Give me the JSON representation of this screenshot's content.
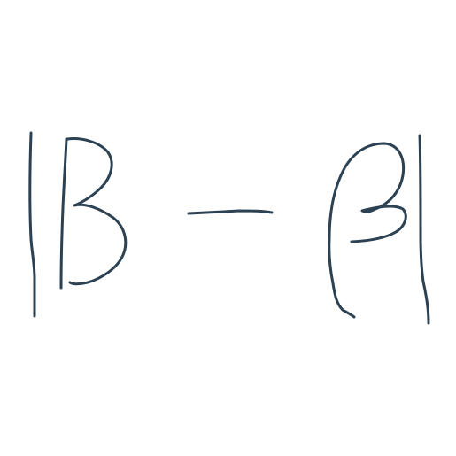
{
  "handwriting": {
    "expression": "|B − β|",
    "ink_color": "#2c4152",
    "background_color": "#ffffff",
    "symbols": [
      {
        "glyph": "|",
        "role": "left-absolute-value-bar"
      },
      {
        "glyph": "B",
        "role": "capital-b"
      },
      {
        "glyph": "−",
        "role": "minus-sign"
      },
      {
        "glyph": "β",
        "role": "greek-beta"
      },
      {
        "glyph": "|",
        "role": "right-absolute-value-bar"
      }
    ]
  }
}
